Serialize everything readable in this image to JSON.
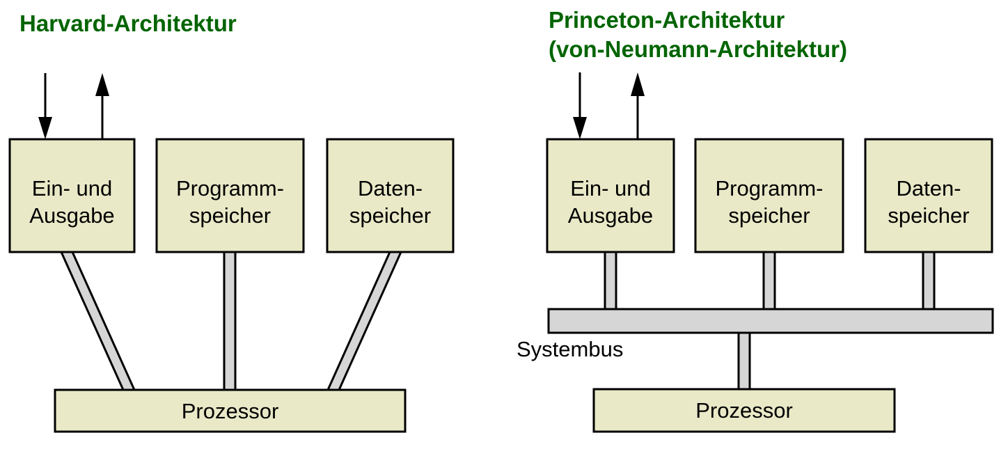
{
  "page": {
    "background": "#ffffff",
    "title_color": "#006400",
    "box_fill": "#e9e9c8",
    "box_stroke": "#000000",
    "bus_fill": "#d6d6d6"
  },
  "diagrams": [
    {
      "id": "harvard",
      "title": "Harvard-Architektur",
      "title_lines": [
        "Harvard-Architektur"
      ],
      "units": [
        {
          "name": "io",
          "lines": [
            "Ein- und",
            "Ausgabe"
          ]
        },
        {
          "name": "program-memory",
          "lines": [
            "Programm-",
            "speicher"
          ]
        },
        {
          "name": "data-memory",
          "lines": [
            "Daten-",
            "speicher"
          ]
        }
      ],
      "processor": {
        "name": "processor",
        "label": "Prozessor"
      },
      "bus_label": "",
      "arrows": [
        {
          "name": "input-arrow",
          "direction": "down"
        },
        {
          "name": "output-arrow",
          "direction": "up"
        }
      ]
    },
    {
      "id": "princeton",
      "title": "Princeton-Architektur (von-Neumann-Architektur)",
      "title_lines": [
        "Princeton-Architektur",
        "(von-Neumann-Architektur)"
      ],
      "units": [
        {
          "name": "io",
          "lines": [
            "Ein- und",
            "Ausgabe"
          ]
        },
        {
          "name": "program-memory",
          "lines": [
            "Programm-",
            "speicher"
          ]
        },
        {
          "name": "data-memory",
          "lines": [
            "Daten-",
            "speicher"
          ]
        }
      ],
      "processor": {
        "name": "processor",
        "label": "Prozessor"
      },
      "bus_label": "Systembus",
      "arrows": [
        {
          "name": "input-arrow",
          "direction": "down"
        },
        {
          "name": "output-arrow",
          "direction": "up"
        }
      ]
    }
  ]
}
